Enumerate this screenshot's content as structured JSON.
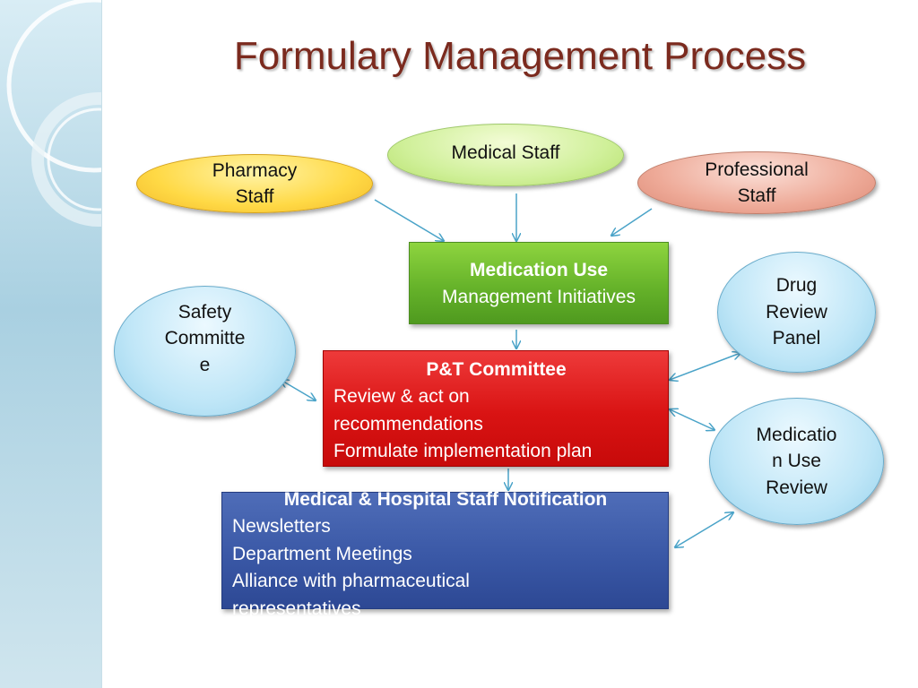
{
  "title": "Formulary Management Process",
  "nodes": {
    "medical_staff": "Medical Staff",
    "pharmacy_staff": [
      "Pharmacy",
      "Staff"
    ],
    "professional_staff": [
      "Professional",
      "Staff"
    ],
    "safety_committee": [
      "Safety",
      "Committe",
      "e"
    ],
    "drug_review_panel": [
      "Drug",
      "Review",
      "Panel"
    ],
    "medication_use_review": [
      "Medicatio",
      "n Use",
      "Review"
    ]
  },
  "boxes": {
    "medication_use": {
      "heading": "Medication Use",
      "text": "Management Initiatives"
    },
    "pt_committee": {
      "heading": "P&T Committee",
      "lines": [
        "Review & act on",
        "recommendations",
        "Formulate implementation plan"
      ]
    },
    "notification": {
      "heading": "Medical & Hospital Staff Notification",
      "lines": [
        "Newsletters",
        "Department Meetings",
        "Alliance with pharmaceutical",
        "representatives"
      ]
    }
  },
  "colors": {
    "title": "#7b2a1e",
    "arrow": "#4aa3c8",
    "pharmacy": "#ffd945",
    "medical": "#d0f09a",
    "professional": "#eeaa98",
    "review_nodes": "#bfe6f7",
    "medication_use_box": "#66b32a",
    "pt_box": "#d91313",
    "notification_box": "#3a58a6"
  }
}
